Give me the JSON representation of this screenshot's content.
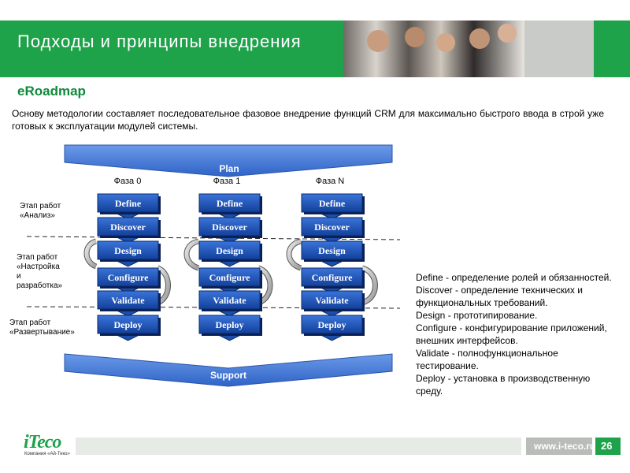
{
  "header": {
    "title": "Подходы и принципы внедрения"
  },
  "subtitle": "eRoadmap",
  "intro": "Основу методологии составляет последовательное фазовое внедрение функций CRM для максимально быстрого ввода в строй уже готовых к эксплуатации модулей системы.",
  "diagram": {
    "plan_label": "Plan",
    "support_label": "Support",
    "phases": [
      "Фаза 0",
      "Фаза 1",
      "Фаза N"
    ],
    "steps": [
      "Define",
      "Discover",
      "Design",
      "Configure",
      "Validate",
      "Deploy"
    ],
    "stages": [
      {
        "line1": "Этап работ",
        "line2": "«Анализ»",
        "line3": "",
        "line4": ""
      },
      {
        "line1": "Этап работ",
        "line2": "«Настройка",
        "line3": "и",
        "line4": "разработка»"
      },
      {
        "line1": "Этап работ",
        "line2": "«Развертывание»",
        "line3": "",
        "line4": ""
      }
    ],
    "colors": {
      "step_fill": "#1f57b8",
      "step_border": "#0a2a6e",
      "arrow_fill": "#3d76d6",
      "accent_green": "#1ea24a"
    }
  },
  "definitions": [
    "Define - определение ролей и обязанностей.",
    "Discover - определение технических и функциональных требований.",
    "Design - прототипирование.",
    "Configure - конфигурирование приложений, внешних интерфейсов.",
    "Validate - полнофункциональное тестирование.",
    "Deploy - установка в производственную среду."
  ],
  "footer": {
    "url": "www.i-teco.ru",
    "page": "26",
    "logo_text": "iTeco",
    "logo_sub": "Компания «Ай-Теко»"
  }
}
